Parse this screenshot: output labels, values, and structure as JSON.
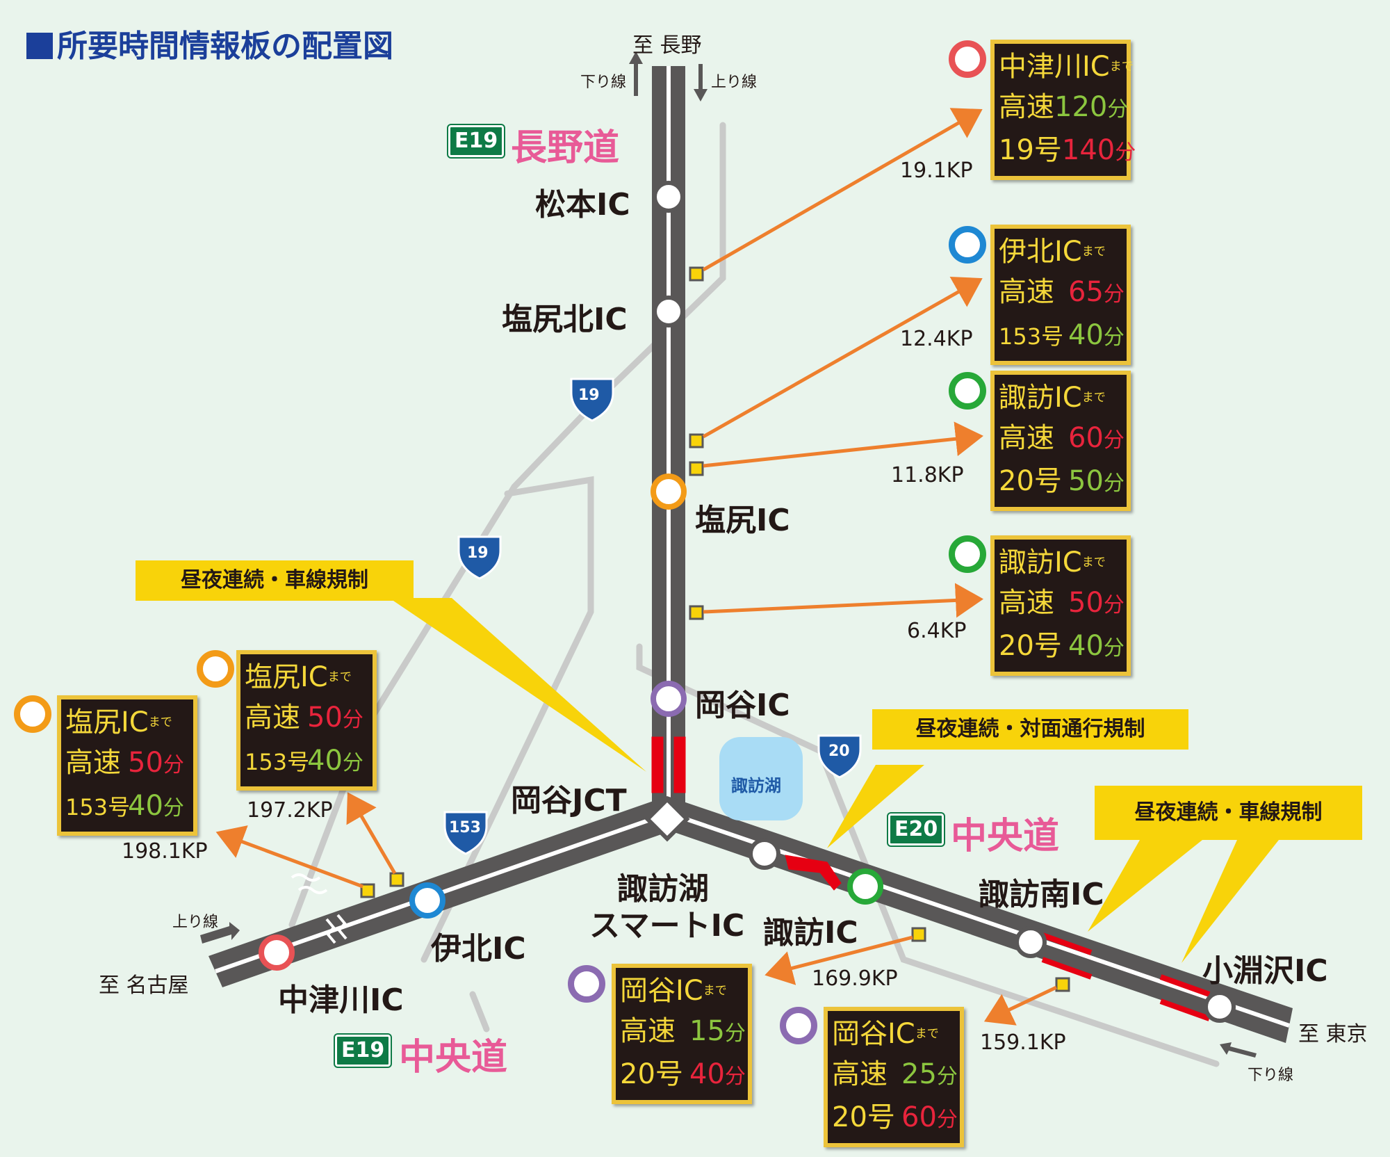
{
  "title": "所要時間情報板の配置図",
  "directions": {
    "nagano": "至 長野",
    "nagoya": "至 名古屋",
    "tokyo": "至 東京",
    "kudari_top": "下り線",
    "nobori_top": "上り線",
    "nobori_left": "上り線",
    "kudari_bottom": "下り線"
  },
  "roads": {
    "naganodo_badge": "E19",
    "naganodo": "長野道",
    "chuodo_e20_badge": "E20",
    "chuodo_e20": "中央道",
    "chuodo_e19_badge": "E19",
    "chuodo_e19": "中央道",
    "route19_a": "19",
    "route19_b": "19",
    "route153": "153",
    "route20": "20",
    "lake": "諏訪湖"
  },
  "interchanges": {
    "matsumoto": "松本IC",
    "shiojirikita": "塩尻北IC",
    "shiojiri": "塩尻IC",
    "okaya": "岡谷IC",
    "okaya_jct": "岡谷JCT",
    "suwako_smart_1": "諏訪湖",
    "suwako_smart_2": "スマートIC",
    "suwa": "諏訪IC",
    "suwaminami": "諏訪南IC",
    "kobuchizawa": "小淵沢IC",
    "ina_kita": "伊北IC",
    "nakatsugawa": "中津川IC"
  },
  "callouts": {
    "c1": "昼夜連続・車線規制",
    "c2": "昼夜連続・対面通行規制",
    "c3": "昼夜連続・車線規制"
  },
  "kp": {
    "k1": "19.1KP",
    "k2": "12.4KP",
    "k3": "11.8KP",
    "k4": "6.4KP",
    "k5": "197.2KP",
    "k6": "198.1KP",
    "k7": "169.9KP",
    "k8": "159.1KP"
  },
  "colors": {
    "red_ring": "#e85255",
    "blue_ring": "#1e88d3",
    "green_ring": "#27a838",
    "orange_ring": "#f39b17",
    "purple_ring": "#8b6bb1",
    "arrow": "#ee7f2d",
    "road": "#595757",
    "restriction": "#e60012"
  },
  "signs": {
    "s1": {
      "dest": "中津川IC",
      "made": "まで",
      "row1_label": "高速",
      "row1_value": "120",
      "row1_unit": "分",
      "row2_label": "19号",
      "row2_value": "140",
      "row2_unit": "分"
    },
    "s2": {
      "dest": "伊北IC",
      "made": "まで",
      "row1_label": "高速",
      "row1_value": "65",
      "row1_unit": "分",
      "row2_label": "153号",
      "row2_value": "40",
      "row2_unit": "分"
    },
    "s3": {
      "dest": "諏訪IC",
      "made": "まで",
      "row1_label": "高速",
      "row1_value": "60",
      "row1_unit": "分",
      "row2_label": "20号",
      "row2_value": "50",
      "row2_unit": "分"
    },
    "s4": {
      "dest": "諏訪IC",
      "made": "まで",
      "row1_label": "高速",
      "row1_value": "50",
      "row1_unit": "分",
      "row2_label": "20号",
      "row2_value": "40",
      "row2_unit": "分"
    },
    "s5": {
      "dest": "塩尻IC",
      "made": "まで",
      "row1_label": "高速",
      "row1_value": "50",
      "row1_unit": "分",
      "row2_label": "153号",
      "row2_value": "40",
      "row2_unit": "分"
    },
    "s6": {
      "dest": "塩尻IC",
      "made": "まで",
      "row1_label": "高速",
      "row1_value": "50",
      "row1_unit": "分",
      "row2_label": "153号",
      "row2_value": "40",
      "row2_unit": "分"
    },
    "s7": {
      "dest": "岡谷IC",
      "made": "まで",
      "row1_label": "高速",
      "row1_value": "15",
      "row1_unit": "分",
      "row2_label": "20号",
      "row2_value": "40",
      "row2_unit": "分"
    },
    "s8": {
      "dest": "岡谷IC",
      "made": "まで",
      "row1_label": "高速",
      "row1_value": "25",
      "row1_unit": "分",
      "row2_label": "20号",
      "row2_value": "60",
      "row2_unit": "分"
    }
  }
}
